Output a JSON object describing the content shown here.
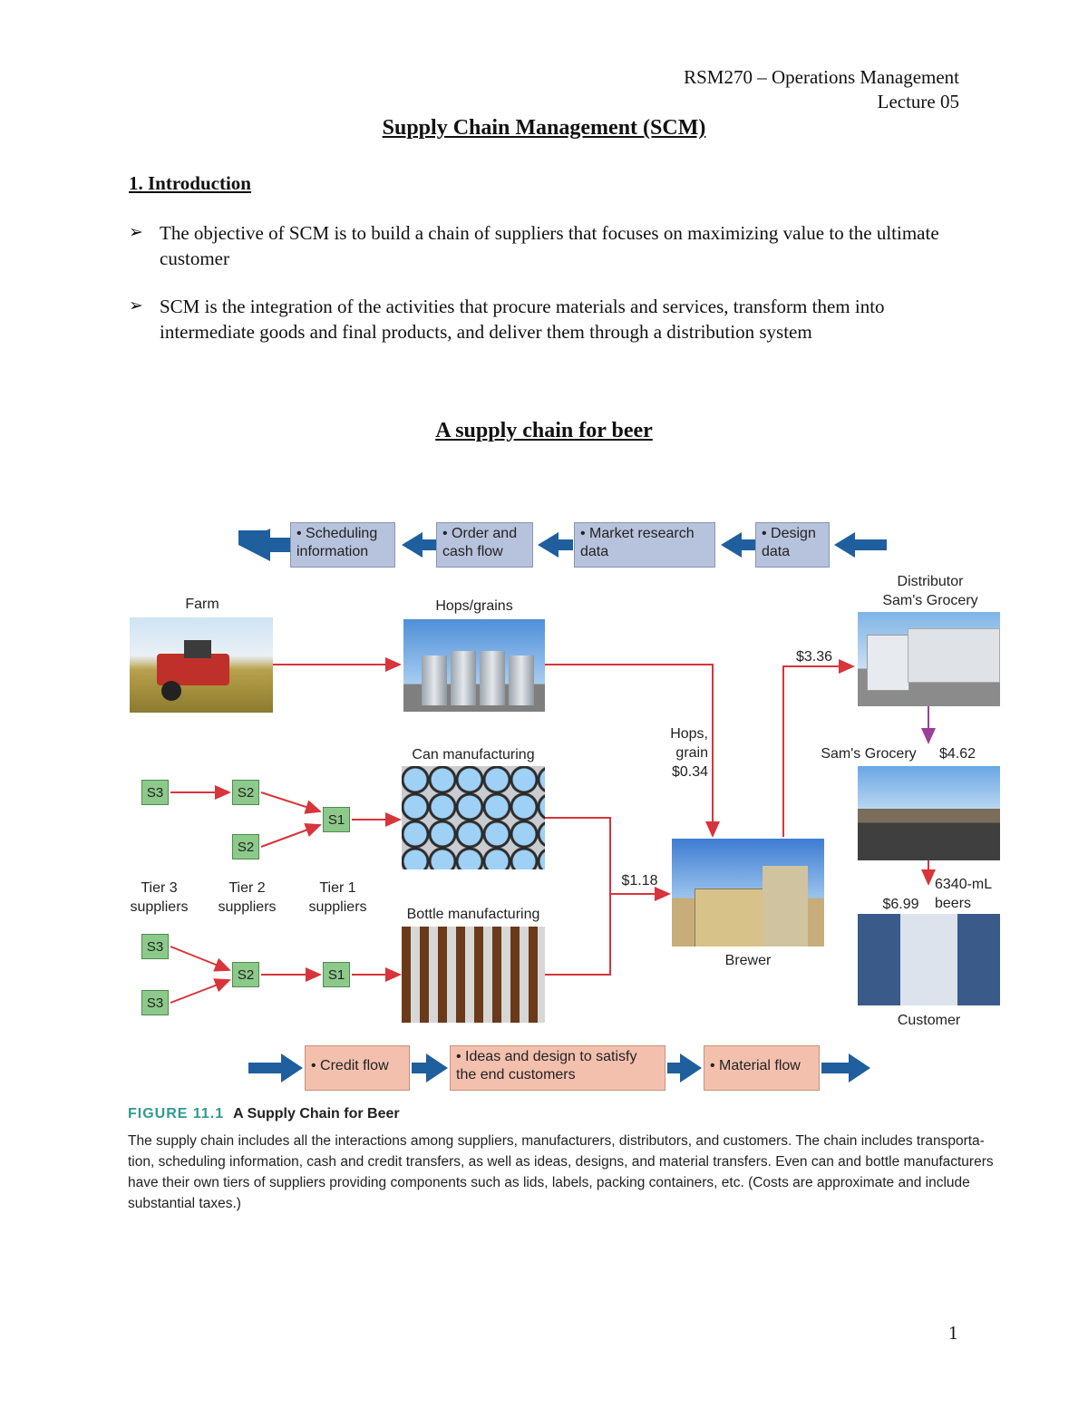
{
  "header": {
    "course": "RSM270 – Operations Management",
    "lecture": "Lecture 05"
  },
  "title": "Supply Chain Management (SCM)",
  "section": "1. Introduction",
  "bullets": [
    "The objective of SCM is to build a chain of suppliers that focuses on maximizing value to the ultimate customer",
    "SCM is the integration of the activities that procure materials and services, transform them into intermediate goods and final products, and deliver them through a distribution system"
  ],
  "bullet_marker": "➢",
  "figure_title": "A supply chain for beer",
  "figure": {
    "info_flows": [
      "• Scheduling information",
      "• Order and cash flow",
      "• Market research data",
      "• Design data"
    ],
    "material_flows": [
      "• Credit flow",
      "• Ideas and design to satisfy the end customers",
      "• Material flow"
    ],
    "labels": {
      "farm": "Farm",
      "hops": "Hops/grains",
      "can": "Can manufacturing",
      "bottle": "Bottle manufacturing",
      "distributor_1": "Distributor",
      "distributor_2": "Sam's Grocery",
      "grocery": "Sam's Grocery",
      "brewer": "Brewer",
      "customer": "Customer",
      "tier3_1": "Tier 3",
      "tier3_2": "suppliers",
      "tier2_1": "Tier 2",
      "tier2_2": "suppliers",
      "tier1_1": "Tier 1",
      "tier1_2": "suppliers",
      "hops_price_1": "Hops,",
      "hops_price_2": "grain",
      "hops_price_3": "$0.34",
      "price_brewer": "$1.18",
      "price_dist": "$3.36",
      "price_grocery": "$4.62",
      "price_customer": "$6.99",
      "beers_1": "6340-mL",
      "beers_2": "beers"
    },
    "suppliers": {
      "s3": "S3",
      "s2": "S2",
      "s1": "S1"
    },
    "colors": {
      "info": "#b7c3dc",
      "flow": "#f3c0ae",
      "supplier": "#8cc98a",
      "arrow_blue": "#1f5f9e",
      "arrow_red": "#d8343b",
      "arrow_purple": "#9b3f9a"
    }
  },
  "caption": {
    "figure_no": "FIGURE 11.1",
    "title": "A Supply Chain for Beer",
    "body": "The supply chain includes all the interactions among suppliers, manufacturers, distributors, and customers. The chain includes transporta-tion, scheduling information, cash and credit transfers, as well as ideas, designs, and material transfers. Even can and bottle manufacturers have their own tiers of suppliers providing components such as lids, labels, packing containers, etc. (Costs are approximate and include substantial taxes.)"
  },
  "page_number": "1"
}
